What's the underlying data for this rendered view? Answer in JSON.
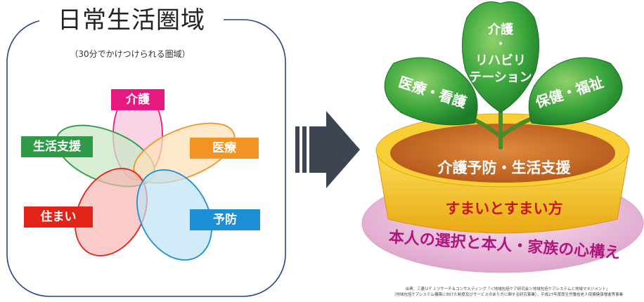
{
  "left_panel": {
    "title": "日常生活圏域",
    "subtitle": "（30分でかけつけられる圏域）",
    "labels": {
      "kaigo": "介護",
      "seikatsu_shien": "生活支援",
      "iryo": "医療",
      "sumai": "住まい",
      "yobo": "予防"
    },
    "colors": {
      "kaigo": "#e6197f",
      "seikatsu_shien": "#2f9b48",
      "iryo": "#f39323",
      "sumai": "#e2231a",
      "yobo": "#1c8fd6"
    }
  },
  "arrow": {
    "icon": "right-arrow-icon",
    "color": "#3d4452"
  },
  "right_panel": {
    "leaves": {
      "left": "医療・看護",
      "center_line1": "介護",
      "center_dot": "・",
      "center_line2": "リハビリ",
      "center_line3": "テーション",
      "right": "保健・福祉"
    },
    "soil": "介護予防・生活支援",
    "pot": "すまいとすまい方",
    "saucer": "本人の選択と本人・家族の心構え",
    "source_line1": "出典：三菱ＵＦＪリサーチ＆コンサルティング「＜地域包括ケア研究会＞地域包括ケアシステムと地域マネジメント」",
    "source_line2": "（地域包括ケアシステム構築に向けた制度及びサービスのあり方に関する研究事業），平成27年度厚生労働省老人保健健康増進等事業",
    "colors": {
      "leaf": "#3aa63c",
      "soil": "#c96a25",
      "pot": "#f5c521",
      "saucer": "#e9b9da"
    }
  }
}
